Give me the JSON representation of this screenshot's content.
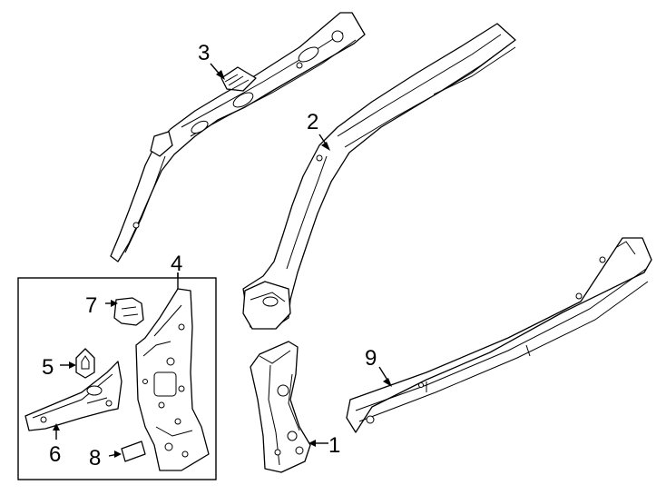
{
  "diagram": {
    "callouts": [
      {
        "id": "1",
        "text": "1"
      },
      {
        "id": "2",
        "text": "2"
      },
      {
        "id": "3",
        "text": "3"
      },
      {
        "id": "4",
        "text": "4"
      },
      {
        "id": "5",
        "text": "5"
      },
      {
        "id": "6",
        "text": "6"
      },
      {
        "id": "7",
        "text": "7"
      },
      {
        "id": "8",
        "text": "8"
      },
      {
        "id": "9",
        "text": "9"
      }
    ]
  },
  "colors": {
    "line": "#000000",
    "background": "#ffffff"
  }
}
